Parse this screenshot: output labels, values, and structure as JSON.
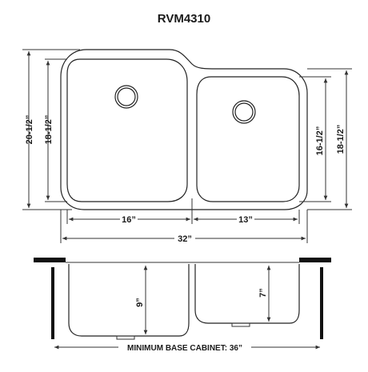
{
  "model": "RVM4310",
  "top_view": {
    "left_height_outer": "20-1/2”",
    "left_height_inner": "18-1/2”",
    "right_height_inner": "16-1/2”",
    "right_height_outer": "18-1/2”",
    "left_width": "16”",
    "right_width": "13”",
    "total_width": "32”"
  },
  "side_view": {
    "left_depth": "9”",
    "right_depth": "7”",
    "cabinet_label": "MINIMUM BASE CABINET: 36”"
  },
  "colors": {
    "line": "#333333",
    "cabinet": "#111111"
  }
}
